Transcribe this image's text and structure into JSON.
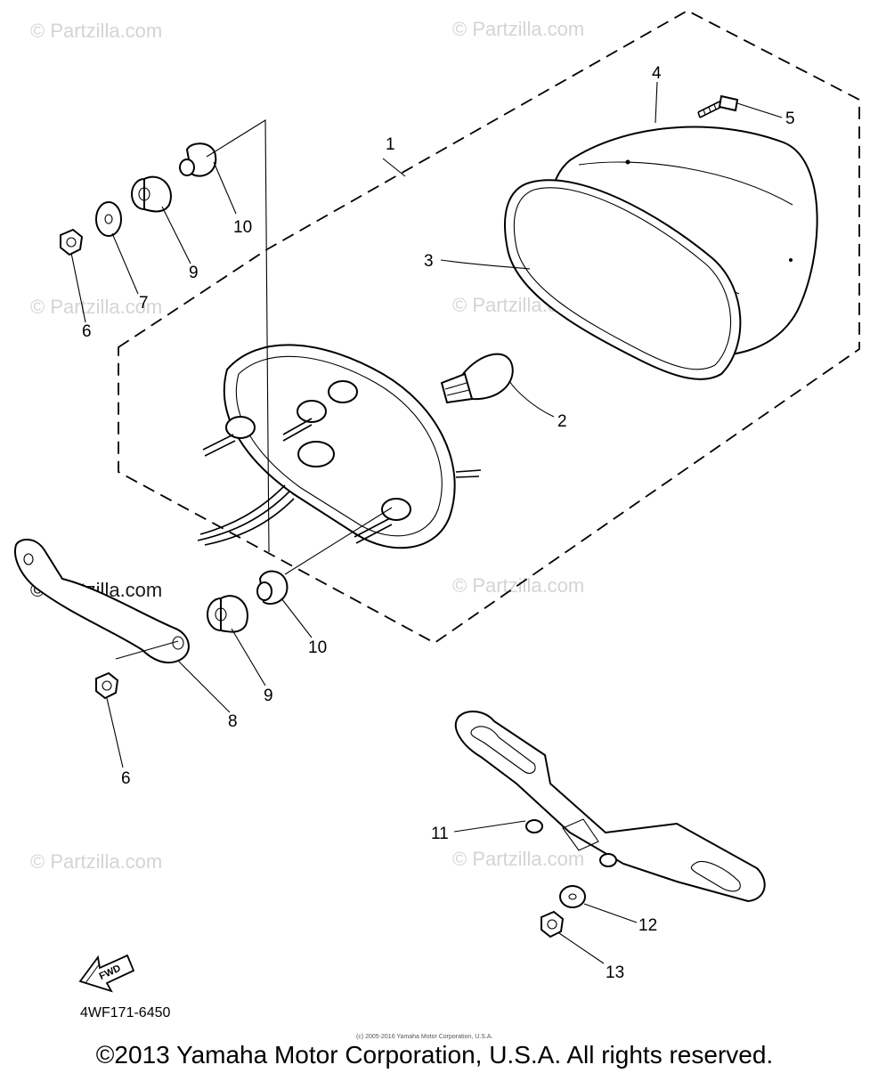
{
  "diagram": {
    "callouts": [
      {
        "id": "c1",
        "label": "1"
      },
      {
        "id": "c2",
        "label": "2"
      },
      {
        "id": "c3",
        "label": "3"
      },
      {
        "id": "c4",
        "label": "4"
      },
      {
        "id": "c5",
        "label": "5"
      },
      {
        "id": "c6a",
        "label": "6"
      },
      {
        "id": "c6b",
        "label": "6"
      },
      {
        "id": "c7",
        "label": "7"
      },
      {
        "id": "c8",
        "label": "8"
      },
      {
        "id": "c9a",
        "label": "9"
      },
      {
        "id": "c9b",
        "label": "9"
      },
      {
        "id": "c10a",
        "label": "10"
      },
      {
        "id": "c10b",
        "label": "10"
      },
      {
        "id": "c11",
        "label": "11"
      },
      {
        "id": "c12",
        "label": "12"
      },
      {
        "id": "c13",
        "label": "13"
      }
    ],
    "watermarks": [
      "© Partzilla.com",
      "© Partzilla.com",
      "© Partzilla.com",
      "© Partzilla.com",
      "© Partzilla.com",
      "© Partzilla.com",
      "© Partzilla.com"
    ],
    "watermark_dark": "© Partzilla.com",
    "fwd_label": "FWD",
    "diagram_code": "4WF171-6450",
    "small_copyright": "(c) 2005-2016 Yamaha Motor Corporation, U.S.A.",
    "copyright": "©2013 Yamaha Motor Corporation, U.S.A. All rights reserved."
  }
}
